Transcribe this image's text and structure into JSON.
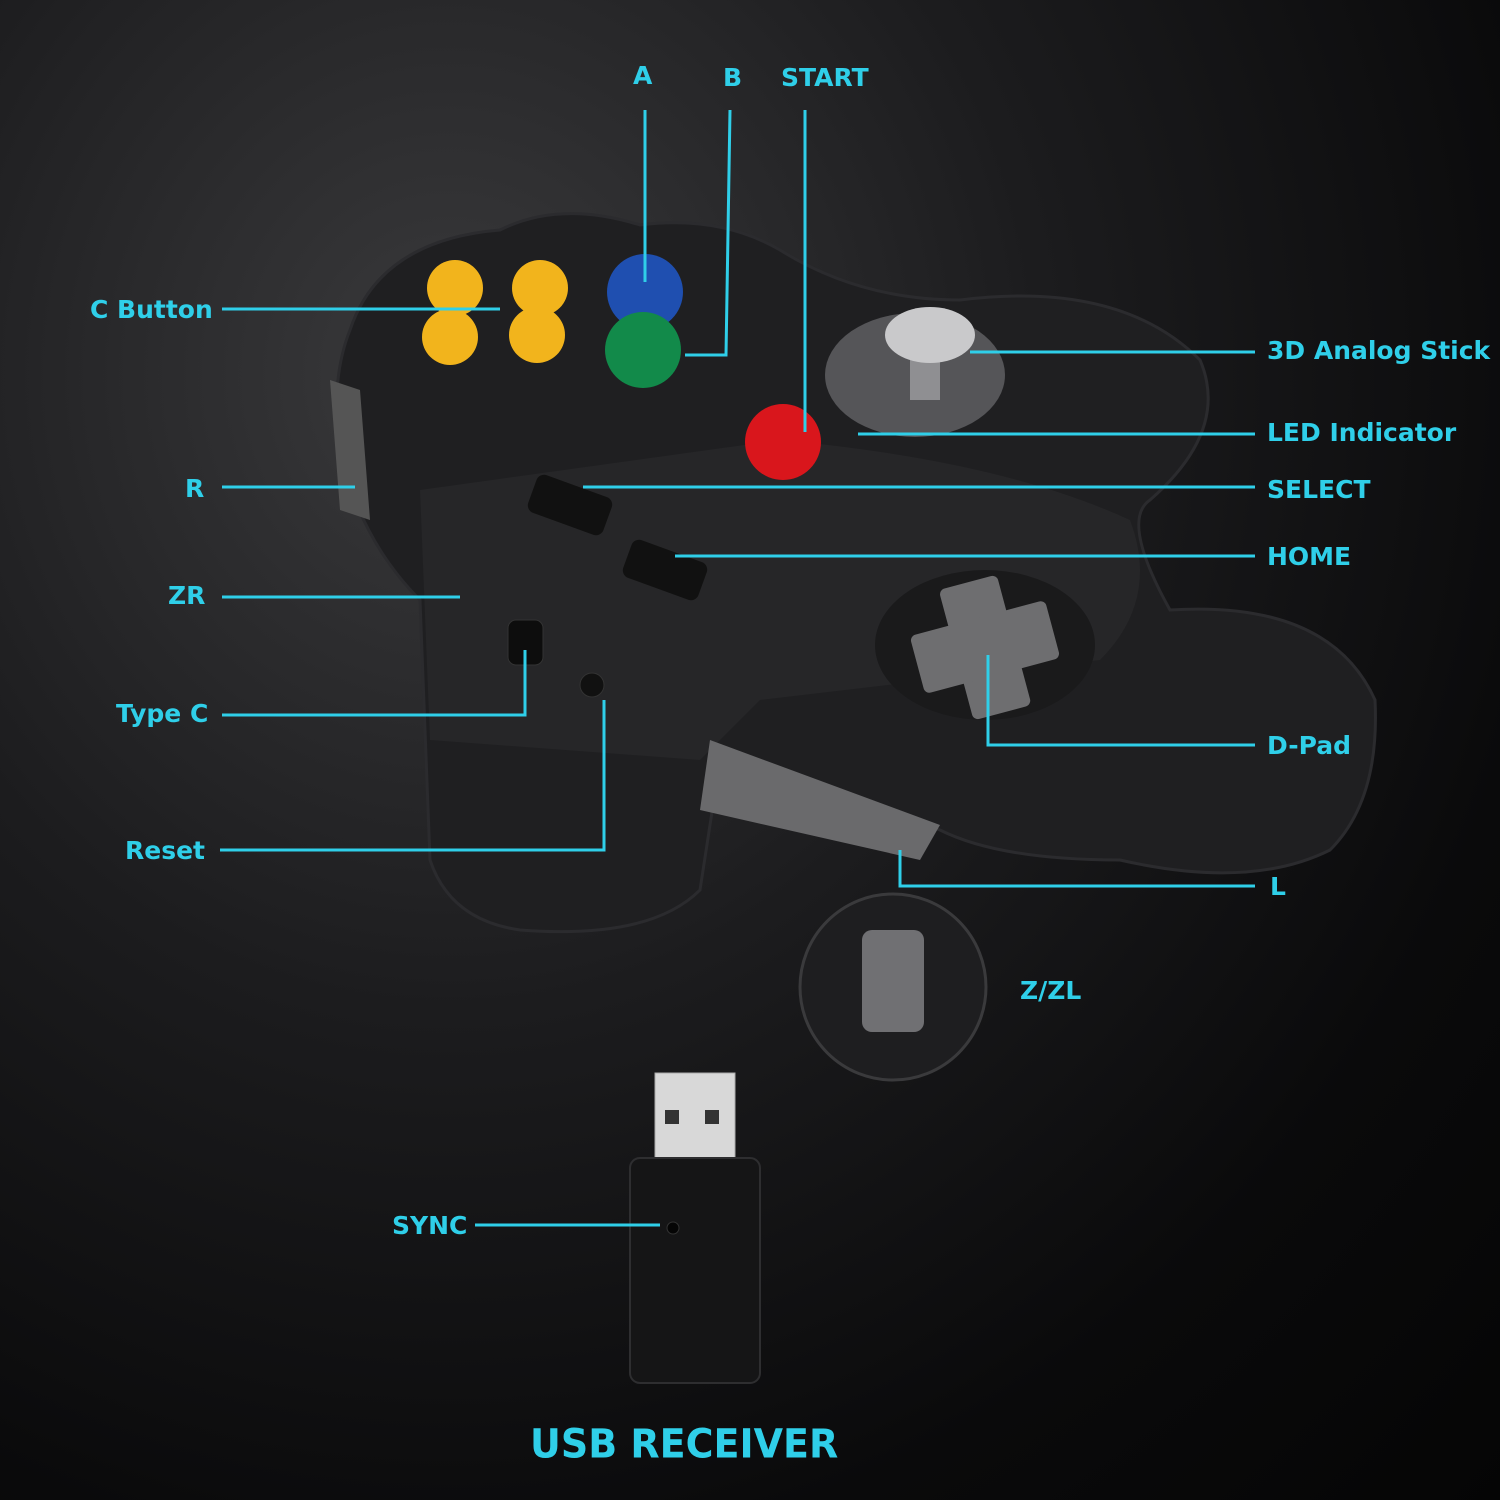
{
  "labels": {
    "a": "A",
    "b": "B",
    "start": "START",
    "c_button": "C Button",
    "analog_stick": "3D Analog Stick",
    "led": "LED Indicator",
    "select": "SELECT",
    "home": "HOME",
    "r": "R",
    "zr": "ZR",
    "type_c": "Type C",
    "dpad": "D-Pad",
    "reset": "Reset",
    "l": "L",
    "z_zl": "Z/ZL",
    "sync": "SYNC",
    "usb_receiver": "USB RECEIVER"
  },
  "colors": {
    "accent": "#2fcfe9",
    "button_a": "#1f4fb0",
    "button_b": "#128a4a",
    "c_buttons": "#f2b41c",
    "start": "#d9161c"
  }
}
